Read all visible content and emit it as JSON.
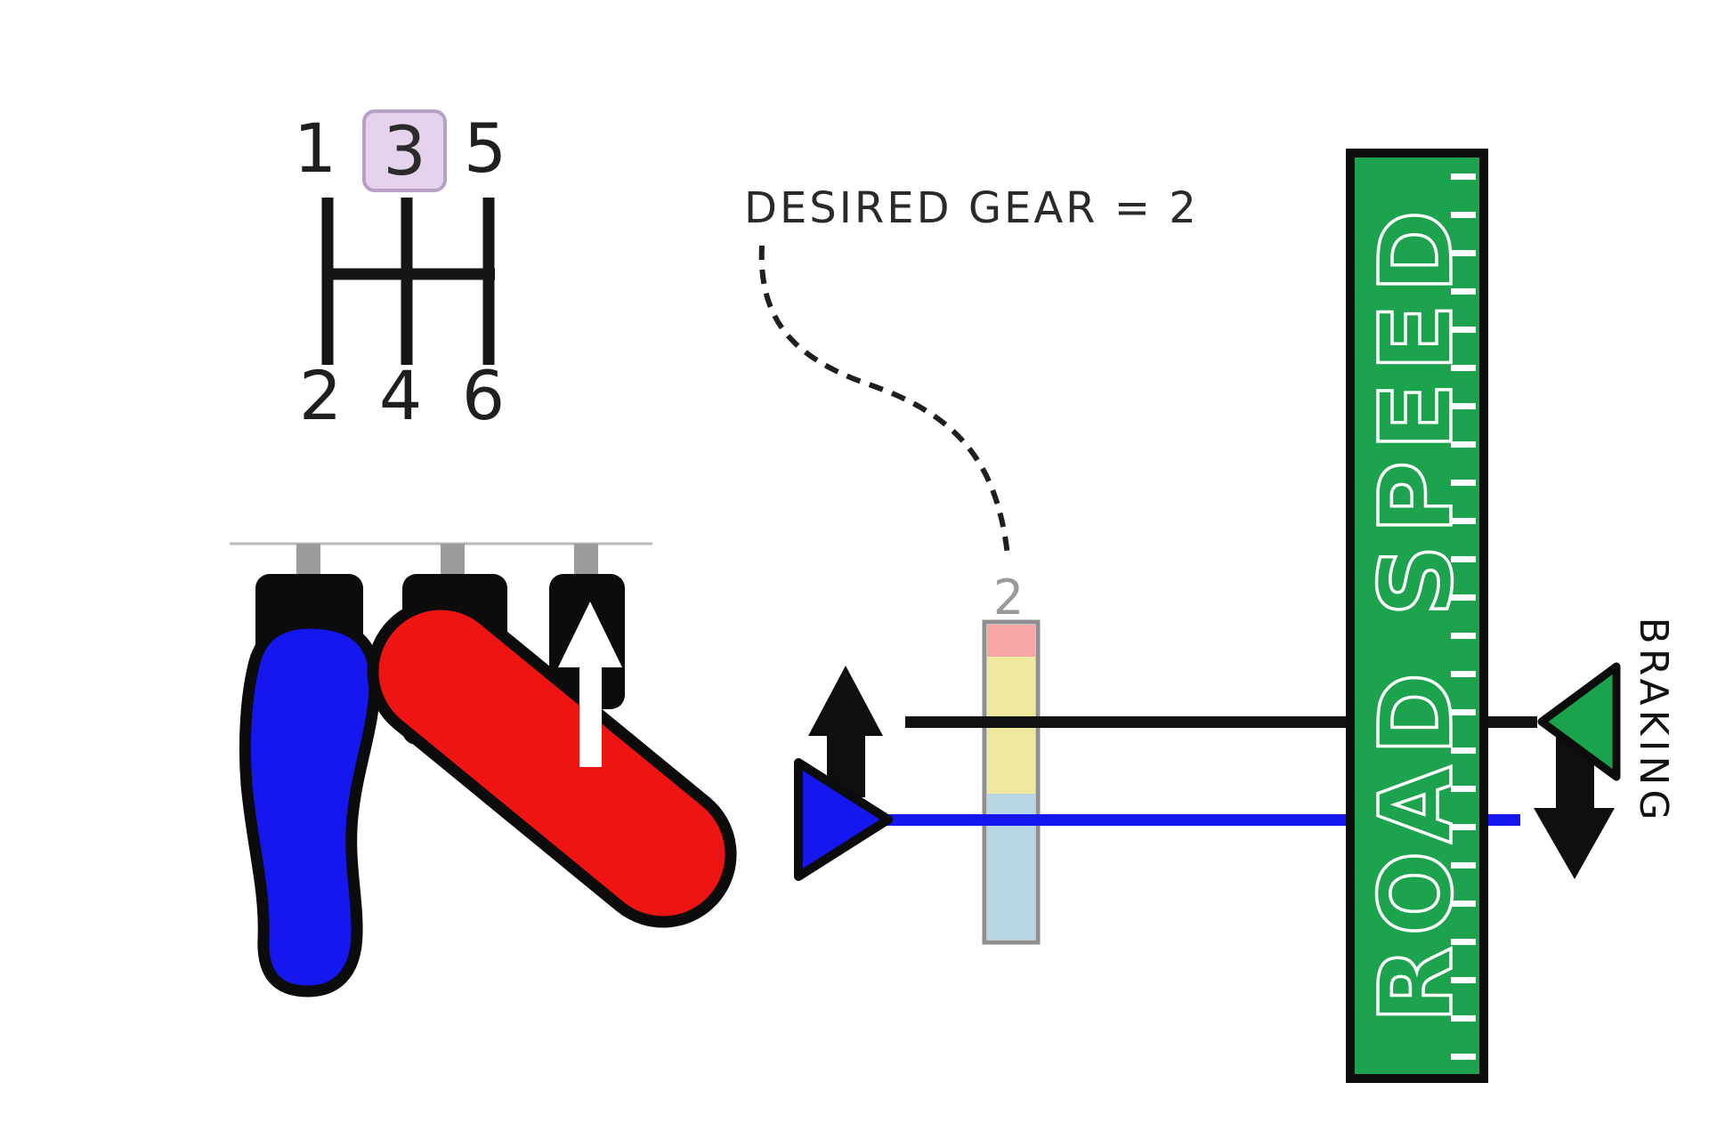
{
  "gear_selector": {
    "top_row": [
      "1",
      "3",
      "5"
    ],
    "bottom_row": [
      "2",
      "4",
      "6"
    ],
    "highlighted_gear": "3"
  },
  "annotation": {
    "desired_gear_label": "DESIRED GEAR = 2",
    "gauge_gear_label": "2"
  },
  "road_speed": {
    "label": "ROAD SPEED",
    "bar_color": "#1da24d",
    "tick_count": 24
  },
  "braking": {
    "label": "BRAKING"
  },
  "colors": {
    "pedal_blue": "#1616ee",
    "pedal_red": "#ee1414",
    "pedal_black": "#0c0c0c",
    "line_black": "#111111",
    "line_blue": "#1616ee",
    "gauge_pink": "#f7a6a6",
    "gauge_yellow": "#efe9a0",
    "gauge_lightblue": "#b8d6e6",
    "marker_green": "#1aa24c",
    "highlight_lavender": "#e6d2ec"
  }
}
